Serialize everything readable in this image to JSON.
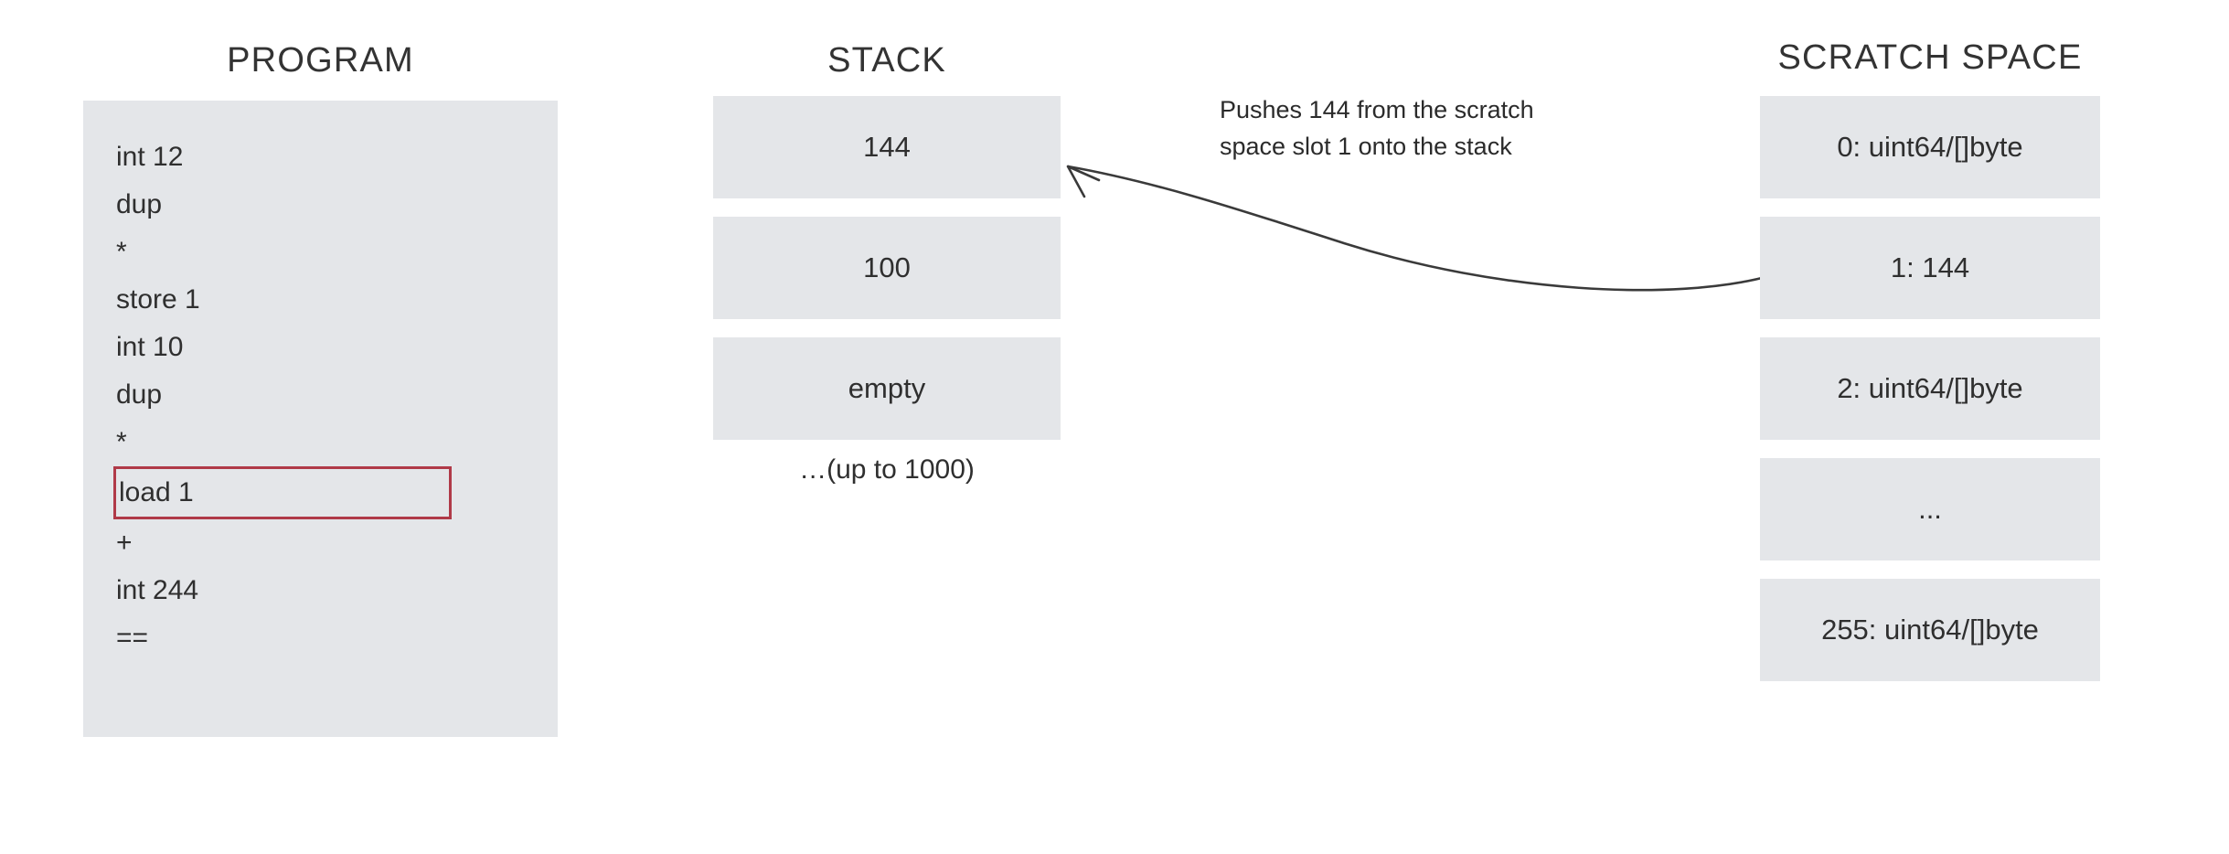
{
  "columns": {
    "program": {
      "title": "PROGRAM",
      "lines": [
        {
          "text": "int 12",
          "highlighted": false
        },
        {
          "text": "dup",
          "highlighted": false
        },
        {
          "text": "*",
          "highlighted": false
        },
        {
          "text": "store 1",
          "highlighted": false
        },
        {
          "text": "int 10",
          "highlighted": false
        },
        {
          "text": "dup",
          "highlighted": false
        },
        {
          "text": "*",
          "highlighted": false
        },
        {
          "text": "load 1",
          "highlighted": true
        },
        {
          "text": "+",
          "highlighted": false
        },
        {
          "text": "int 244",
          "highlighted": false
        },
        {
          "text": "==",
          "highlighted": false
        }
      ]
    },
    "stack": {
      "title": "STACK",
      "cells": [
        {
          "text": "144"
        },
        {
          "text": "100"
        },
        {
          "text": "empty"
        }
      ],
      "note": "…(up to 1000)"
    },
    "scratch_space": {
      "title": "SCRATCH SPACE",
      "slots": [
        {
          "text": "0: uint64/[]byte"
        },
        {
          "text": "1: 144"
        },
        {
          "text": "2: uint64/[]byte"
        },
        {
          "text": "..."
        },
        {
          "text": "255: uint64/[]byte"
        }
      ]
    }
  },
  "annotation": {
    "line1": "Pushes 144 from the scratch",
    "line2": "space slot 1 onto the stack"
  },
  "colors": {
    "cell_fill": "#e4e6e9",
    "highlight_border": "#b03a48",
    "text": "#2f2f2f",
    "arrow": "#3a3a3a",
    "background": "#ffffff"
  }
}
